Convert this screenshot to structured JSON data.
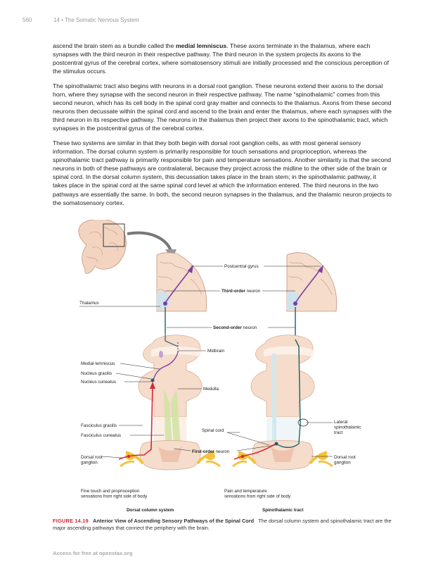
{
  "header": {
    "page_number": "560",
    "chapter": "14 • The Somatic Nervous System"
  },
  "body": {
    "p1": {
      "pre": "ascend the brain stem as a bundle called the ",
      "bold": "medial lemniscus",
      "post": ". These axons terminate in the thalamus, where each synapses with the third neuron in their respective pathway. The third neuron in the system projects its axons to the postcentral gyrus of the cerebral cortex, where somatosensory stimuli are initially processed and the conscious perception of the stimulus occurs."
    },
    "p2": "The spinothalamic tract also begins with neurons in a dorsal root ganglion. These neurons extend their axons to the dorsal horn, where they synapse with the second neuron in their respective pathway. The name “spinothalamic” comes from this second neuron, which has its cell body in the spinal cord gray matter and connects to the thalamus. Axons from these second neurons then decussate within the spinal cord and ascend to the brain and enter the thalamus, where each synapses with the third neuron in its respective pathway. The neurons in the thalamus then project their axons to the spinothalamic tract, which synapses in the postcentral gyrus of the cerebral cortex.",
    "p3": "These two systems are similar in that they both begin with dorsal root ganglion cells, as with most general sensory information. The dorsal column system is primarily responsible for touch sensations and proprioception, whereas the spinothalamic tract pathway is primarily responsible for pain and temperature sensations. Another similarity is that the second neurons in both of these pathways are contralateral, because they project across the midline to the other side of the brain or spinal cord. In the dorsal column system, this decussation takes place in the brain stem; in the spinothalamic pathway, it takes place in the spinal cord at the same spinal cord level at which the information entered. The third neurons in the two pathways are essentially the same. In both, the second neuron synapses in the thalamus, and the thalamic neuron projects to the somatosensory cortex."
  },
  "figure": {
    "labels": {
      "postcentral_gyrus": "Postcentral gyrus",
      "third_order_bold": "Third-order",
      "third_order_rest": " neuron",
      "thalamus": "Thalamus",
      "second_order_bold": "Second-order",
      "second_order_rest": " neuron",
      "midbrain": "Midbrain",
      "medial_lemniscus": "Medial lemniscus",
      "nucleus_gracilis": "Nucleus gracilis",
      "nucleus_cuneatus": "Nucleus cuneatus",
      "medulla": "Medulla",
      "fasciculus_gracilis": "Fasciculus gracilis",
      "fasciculus_cuneatus": "Fasciculus cuneatus",
      "spinal_cord": "Spinal cord",
      "lateral_1": "Lateral",
      "lateral_2": "spinothalamic",
      "lateral_3": "tract",
      "first_order_bold": "First-order",
      "first_order_rest": " neuron",
      "drg_left_1": "Dorsal root",
      "drg_left_2": "ganglion",
      "drg_right_1": "Dorsal root",
      "drg_right_2": "ganglion",
      "fine_touch_1": "Fine touch and proprioception",
      "fine_touch_2": "sensations from right side of body",
      "pain_temp_1": "Pain and temperature",
      "pain_temp_2": "sensations from right side of body",
      "dorsal_column_system": "Dorsal column system",
      "spinothalamic_tract": "Spinothalamic tract"
    },
    "colors": {
      "tissue": "#f5dccb",
      "tissue_edge": "#d9a98a",
      "white_matter": "#fbefe6",
      "teal": "#1a5f68",
      "purple": "#7b3fa0",
      "red": "#d62839",
      "ganglion": "#f4c23b",
      "column_green": "#cfe3a2",
      "tract_blue": "#cfe8f0"
    }
  },
  "caption": {
    "number": "FIGURE 14.19",
    "title": "Anterior View of Ascending Sensory Pathways of the Spinal Cord",
    "text": "The dorsal column system and spinothalamic tract are the major ascending pathways that connect the periphery with the brain."
  },
  "footer": "Access for free at openstax.org"
}
